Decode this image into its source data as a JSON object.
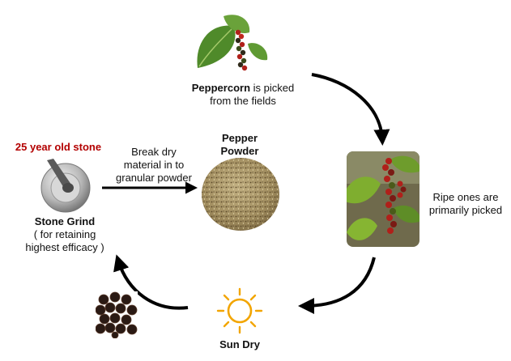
{
  "steps": {
    "peppercorn": {
      "bold": "Peppercorn",
      "rest1": " is picked",
      "line2": "from the fields"
    },
    "ripe": {
      "line1": "Ripe ones are",
      "line2": "primarily picked"
    },
    "sun_dry": {
      "label": "Sun Dry"
    },
    "stone_grind": {
      "caption": "25 year old stone",
      "label": "Stone Grind",
      "note1": "( for  retaining",
      "note2": "highest efficacy )"
    },
    "break": {
      "line1": "Break dry",
      "line2": "material in to",
      "line3": "granular powder"
    },
    "powder": {
      "line1": "Pepper",
      "line2": "Powder"
    }
  },
  "colors": {
    "arrow": "#000000",
    "caption_red": "#b30000",
    "sun": "#f2a500",
    "leaf": "#5c8f2e",
    "berry_red": "#b0201a",
    "berry_dark": "#2a1a14",
    "powder": "#a89468"
  },
  "icons": [
    "peppercorn-branch-icon",
    "pepper-vine-photo",
    "sun-icon",
    "black-peppercorns-photo",
    "stone-mortar-icon",
    "pepper-powder-photo"
  ]
}
